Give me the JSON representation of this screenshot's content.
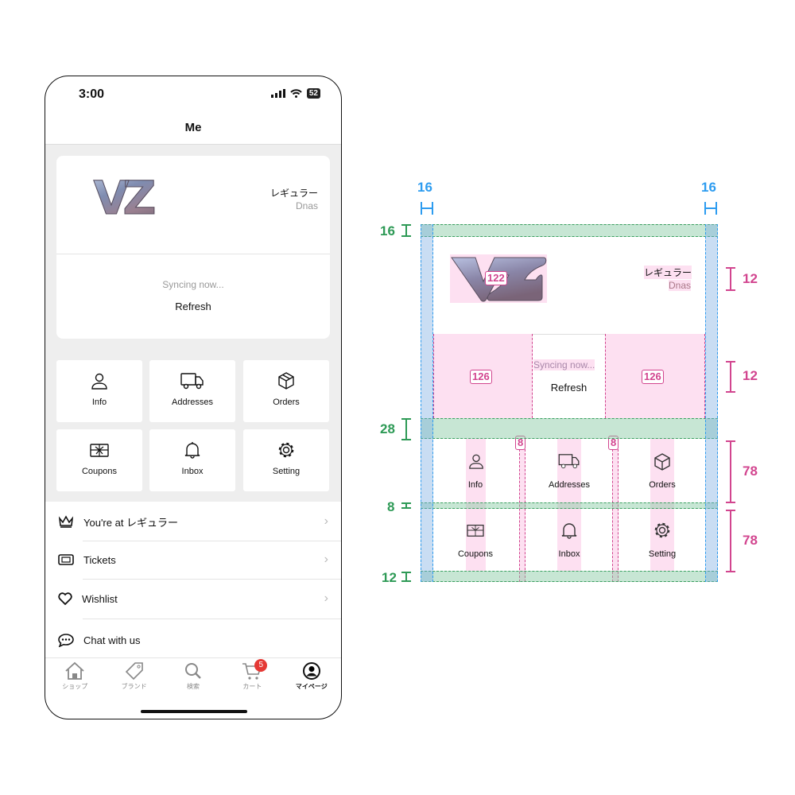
{
  "status_bar": {
    "time": "3:00",
    "battery": "52"
  },
  "header": {
    "title": "Me"
  },
  "profile": {
    "logo_text": "VZ",
    "tier": "レギュラー",
    "username": "Dnas",
    "sync_status": "Syncing now...",
    "refresh_label": "Refresh"
  },
  "tiles": [
    {
      "label": "Info",
      "icon": "person-icon"
    },
    {
      "label": "Addresses",
      "icon": "truck-icon"
    },
    {
      "label": "Orders",
      "icon": "box-icon"
    },
    {
      "label": "Coupons",
      "icon": "gift-card-icon"
    },
    {
      "label": "Inbox",
      "icon": "bell-icon"
    },
    {
      "label": "Setting",
      "icon": "gear-icon"
    }
  ],
  "menu": [
    {
      "label": "You're at レギュラー",
      "icon": "crown-icon"
    },
    {
      "label": "Tickets",
      "icon": "ticket-icon"
    },
    {
      "label": "Wishlist",
      "icon": "heart-icon"
    },
    {
      "label": "Chat with us",
      "icon": "chat-icon"
    }
  ],
  "tabbar": [
    {
      "label": "ショップ",
      "icon": "home-icon"
    },
    {
      "label": "ブランド",
      "icon": "tag-icon"
    },
    {
      "label": "検索",
      "icon": "search-icon"
    },
    {
      "label": "カート",
      "icon": "cart-icon",
      "badge": "5"
    },
    {
      "label": "マイページ",
      "icon": "account-icon",
      "active": true
    }
  ],
  "spec": {
    "padding_left": "16",
    "padding_right": "16",
    "padding_top": "16",
    "gap_card_grid": "28",
    "gap_rows": "8",
    "padding_bottom": "12",
    "logo_width": "122",
    "side_width_left": "126",
    "side_width_right": "126",
    "text_spacing_top": "12",
    "text_spacing_bottom": "12",
    "row_height_1": "78",
    "row_height_2": "78",
    "col_gap_1": "8",
    "col_gap_2": "8"
  },
  "colors": {
    "accent_pink": "#d2458f",
    "spacing_green": "#2e9a56",
    "padding_blue": "#2d9cf0",
    "badge_red": "#e53935"
  }
}
